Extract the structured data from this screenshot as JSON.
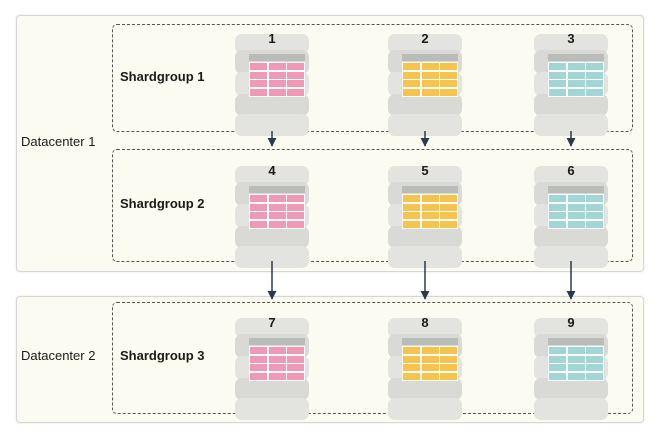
{
  "datacenters": [
    {
      "label": "Datacenter 1"
    },
    {
      "label": "Datacenter 2"
    }
  ],
  "shardgroups": [
    {
      "label": "Shardgroup 1"
    },
    {
      "label": "Shardgroup 2"
    },
    {
      "label": "Shardgroup 3"
    }
  ],
  "shards": [
    {
      "number": "1",
      "color": "#ee99b5"
    },
    {
      "number": "2",
      "color": "#f4c44f"
    },
    {
      "number": "3",
      "color": "#a2d6d4"
    },
    {
      "number": "4",
      "color": "#ee99b5"
    },
    {
      "number": "5",
      "color": "#f4c44f"
    },
    {
      "number": "6",
      "color": "#a2d6d4"
    },
    {
      "number": "7",
      "color": "#ee99b5"
    },
    {
      "number": "8",
      "color": "#f4c44f"
    },
    {
      "number": "9",
      "color": "#a2d6d4"
    }
  ],
  "colors": {
    "disk": "#e3e4e0",
    "table_header": "#b9bcb9",
    "arrow": "#2a3a4d",
    "datacenter_bg": "#fbfbf1"
  }
}
